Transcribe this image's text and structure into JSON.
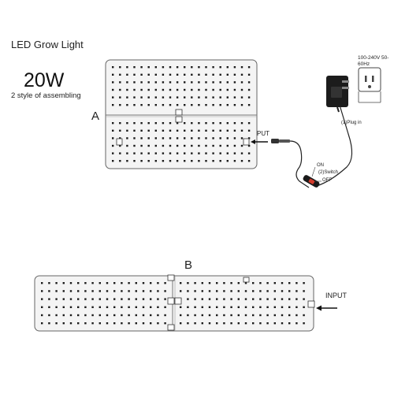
{
  "title": "LED Grow Light",
  "wattage": "20W",
  "subtitle": "2 style of assembling",
  "label_a": "A",
  "label_b": "B",
  "voltage": "100-240V 50-60Hz",
  "plugin_label": "(1)Plug in",
  "on_label": "ON",
  "switch_label": "(2)Switch",
  "off_label": "OFF",
  "input_a": "INPUT",
  "input_b": "INPUT"
}
